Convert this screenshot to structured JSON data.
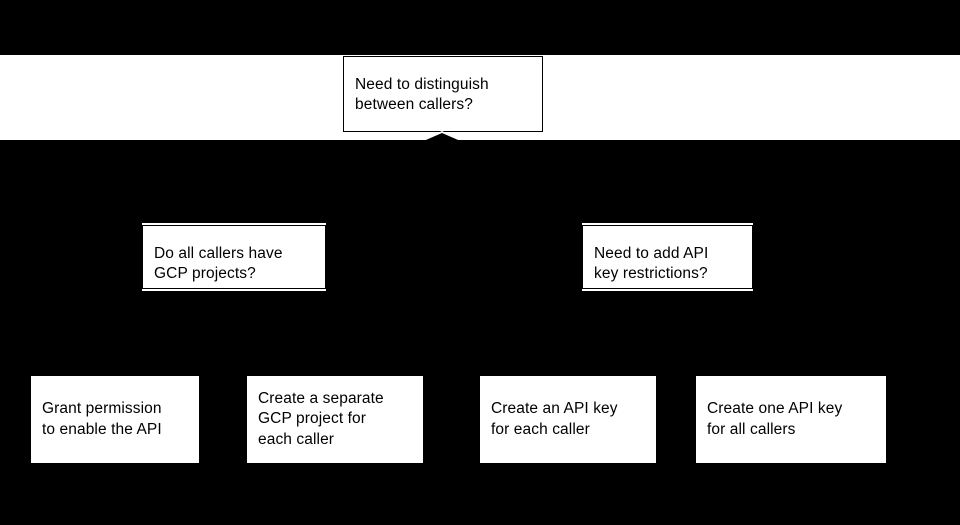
{
  "diagram": {
    "type": "decision-flowchart",
    "background_color": "#000000",
    "node_fill_color": "#ffffff",
    "node_border_color": "#000000",
    "text_color": "#000000",
    "root": {
      "id": "need-to-distinguish-between-callers",
      "label": "Need to distinguish\nbetween callers?",
      "shape": "rectangle",
      "role": "decision"
    },
    "decisions": [
      {
        "id": "do-all-callers-have-gcp-projects",
        "label": "Do all callers have\nGCP projects?",
        "shape": "rectangle",
        "role": "decision",
        "branch": "left"
      },
      {
        "id": "need-to-add-api-key-restrictions",
        "label": "Need to add API\nkey restrictions?",
        "shape": "rectangle",
        "role": "decision",
        "branch": "right"
      }
    ],
    "outcomes": [
      {
        "id": "grant-permission-to-enable-the-api",
        "label": "Grant permission\nto enable the API",
        "shape": "rectangle",
        "role": "action"
      },
      {
        "id": "create-a-separate-gcp-project-for-each-caller",
        "label": "Create a separate\nGCP project for\neach caller",
        "shape": "rectangle",
        "role": "action"
      },
      {
        "id": "create-an-api-key-for-each-caller",
        "label": "Create an API key\nfor each caller",
        "shape": "rectangle",
        "role": "action"
      },
      {
        "id": "create-one-api-key-for-all-callers",
        "label": "Create one API key\nfor all callers",
        "shape": "rectangle",
        "role": "action"
      }
    ],
    "connectors": [
      {
        "id": "root-split-chevron",
        "from": "need-to-distinguish-between-callers",
        "shape": "chevron"
      }
    ]
  }
}
